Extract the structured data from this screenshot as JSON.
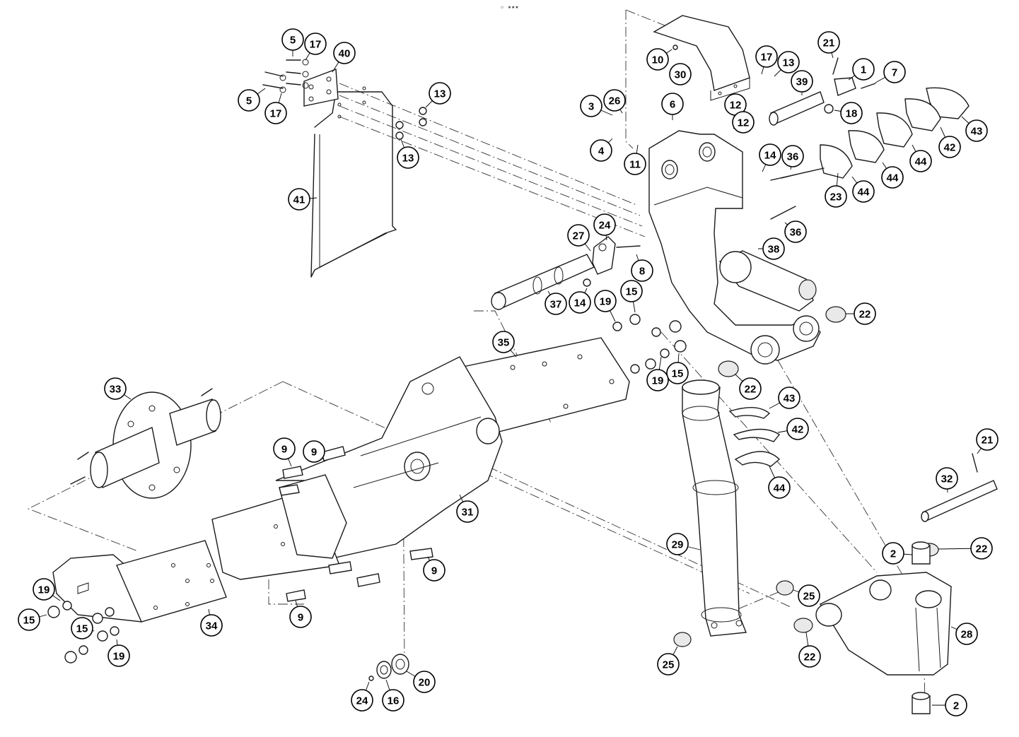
{
  "diagram": {
    "watermark": "",
    "top_mark": "▫ ▪▪▪",
    "parts": [
      {
        "id": "p1",
        "label": "1"
      },
      {
        "id": "p2a",
        "label": "2"
      },
      {
        "id": "p2b",
        "label": "2"
      },
      {
        "id": "p3",
        "label": "3"
      },
      {
        "id": "p4",
        "label": "4"
      },
      {
        "id": "p5a",
        "label": "5"
      },
      {
        "id": "p5b",
        "label": "5"
      },
      {
        "id": "p6",
        "label": "6"
      },
      {
        "id": "p7",
        "label": "7"
      },
      {
        "id": "p8",
        "label": "8"
      },
      {
        "id": "p9a",
        "label": "9"
      },
      {
        "id": "p9b",
        "label": "9"
      },
      {
        "id": "p9c",
        "label": "9"
      },
      {
        "id": "p9d",
        "label": "9"
      },
      {
        "id": "p10",
        "label": "10"
      },
      {
        "id": "p11",
        "label": "11"
      },
      {
        "id": "p12a",
        "label": "12"
      },
      {
        "id": "p12b",
        "label": "12"
      },
      {
        "id": "p13a",
        "label": "13"
      },
      {
        "id": "p13b",
        "label": "13"
      },
      {
        "id": "p13c",
        "label": "13"
      },
      {
        "id": "p14a",
        "label": "14"
      },
      {
        "id": "p14b",
        "label": "14"
      },
      {
        "id": "p15a",
        "label": "15"
      },
      {
        "id": "p15b",
        "label": "15"
      },
      {
        "id": "p15c",
        "label": "15"
      },
      {
        "id": "p15d",
        "label": "15"
      },
      {
        "id": "p16",
        "label": "16"
      },
      {
        "id": "p17a",
        "label": "17"
      },
      {
        "id": "p17b",
        "label": "17"
      },
      {
        "id": "p17c",
        "label": "17"
      },
      {
        "id": "p18",
        "label": "18"
      },
      {
        "id": "p19a",
        "label": "19"
      },
      {
        "id": "p19b",
        "label": "19"
      },
      {
        "id": "p19c",
        "label": "19"
      },
      {
        "id": "p19d",
        "label": "19"
      },
      {
        "id": "p20",
        "label": "20"
      },
      {
        "id": "p21a",
        "label": "21"
      },
      {
        "id": "p21b",
        "label": "21"
      },
      {
        "id": "p22a",
        "label": "22"
      },
      {
        "id": "p22b",
        "label": "22"
      },
      {
        "id": "p22c",
        "label": "22"
      },
      {
        "id": "p22d",
        "label": "22"
      },
      {
        "id": "p23",
        "label": "23"
      },
      {
        "id": "p24a",
        "label": "24"
      },
      {
        "id": "p24b",
        "label": "24"
      },
      {
        "id": "p25a",
        "label": "25"
      },
      {
        "id": "p25b",
        "label": "25"
      },
      {
        "id": "p26",
        "label": "26"
      },
      {
        "id": "p27",
        "label": "27"
      },
      {
        "id": "p28",
        "label": "28"
      },
      {
        "id": "p29",
        "label": "29"
      },
      {
        "id": "p30",
        "label": "30"
      },
      {
        "id": "p31",
        "label": "31"
      },
      {
        "id": "p32",
        "label": "32"
      },
      {
        "id": "p33",
        "label": "33"
      },
      {
        "id": "p34",
        "label": "34"
      },
      {
        "id": "p35",
        "label": "35"
      },
      {
        "id": "p36a",
        "label": "36"
      },
      {
        "id": "p36b",
        "label": "36"
      },
      {
        "id": "p37",
        "label": "37"
      },
      {
        "id": "p38",
        "label": "38"
      },
      {
        "id": "p39",
        "label": "39"
      },
      {
        "id": "p40",
        "label": "40"
      },
      {
        "id": "p41",
        "label": "41"
      },
      {
        "id": "p42a",
        "label": "42"
      },
      {
        "id": "p42b",
        "label": "42"
      },
      {
        "id": "p43a",
        "label": "43"
      },
      {
        "id": "p43b",
        "label": "43"
      },
      {
        "id": "p44a",
        "label": "44"
      },
      {
        "id": "p44b",
        "label": "44"
      },
      {
        "id": "p44c",
        "label": "44"
      },
      {
        "id": "p44d",
        "label": "44"
      }
    ]
  }
}
